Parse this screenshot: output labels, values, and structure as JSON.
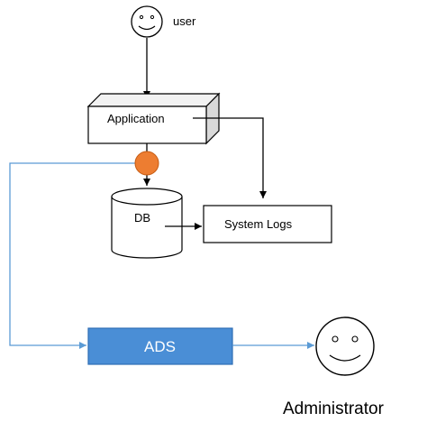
{
  "nodes": {
    "user": "user",
    "application": "Application",
    "db": "DB",
    "system_logs": "System Logs",
    "ads": "ADS",
    "administrator": "Administrator"
  },
  "colors": {
    "line": "#000000",
    "ads_fill": "#4A8ED6",
    "ads_border": "#2E6DB4",
    "blue_line": "#5B9BD5",
    "tap_point": "#ED7D31",
    "tap_border": "#C55A11"
  },
  "icons": {
    "user": "smiley-face-icon",
    "administrator": "smiley-face-icon",
    "tap": "orange-circle-icon"
  }
}
